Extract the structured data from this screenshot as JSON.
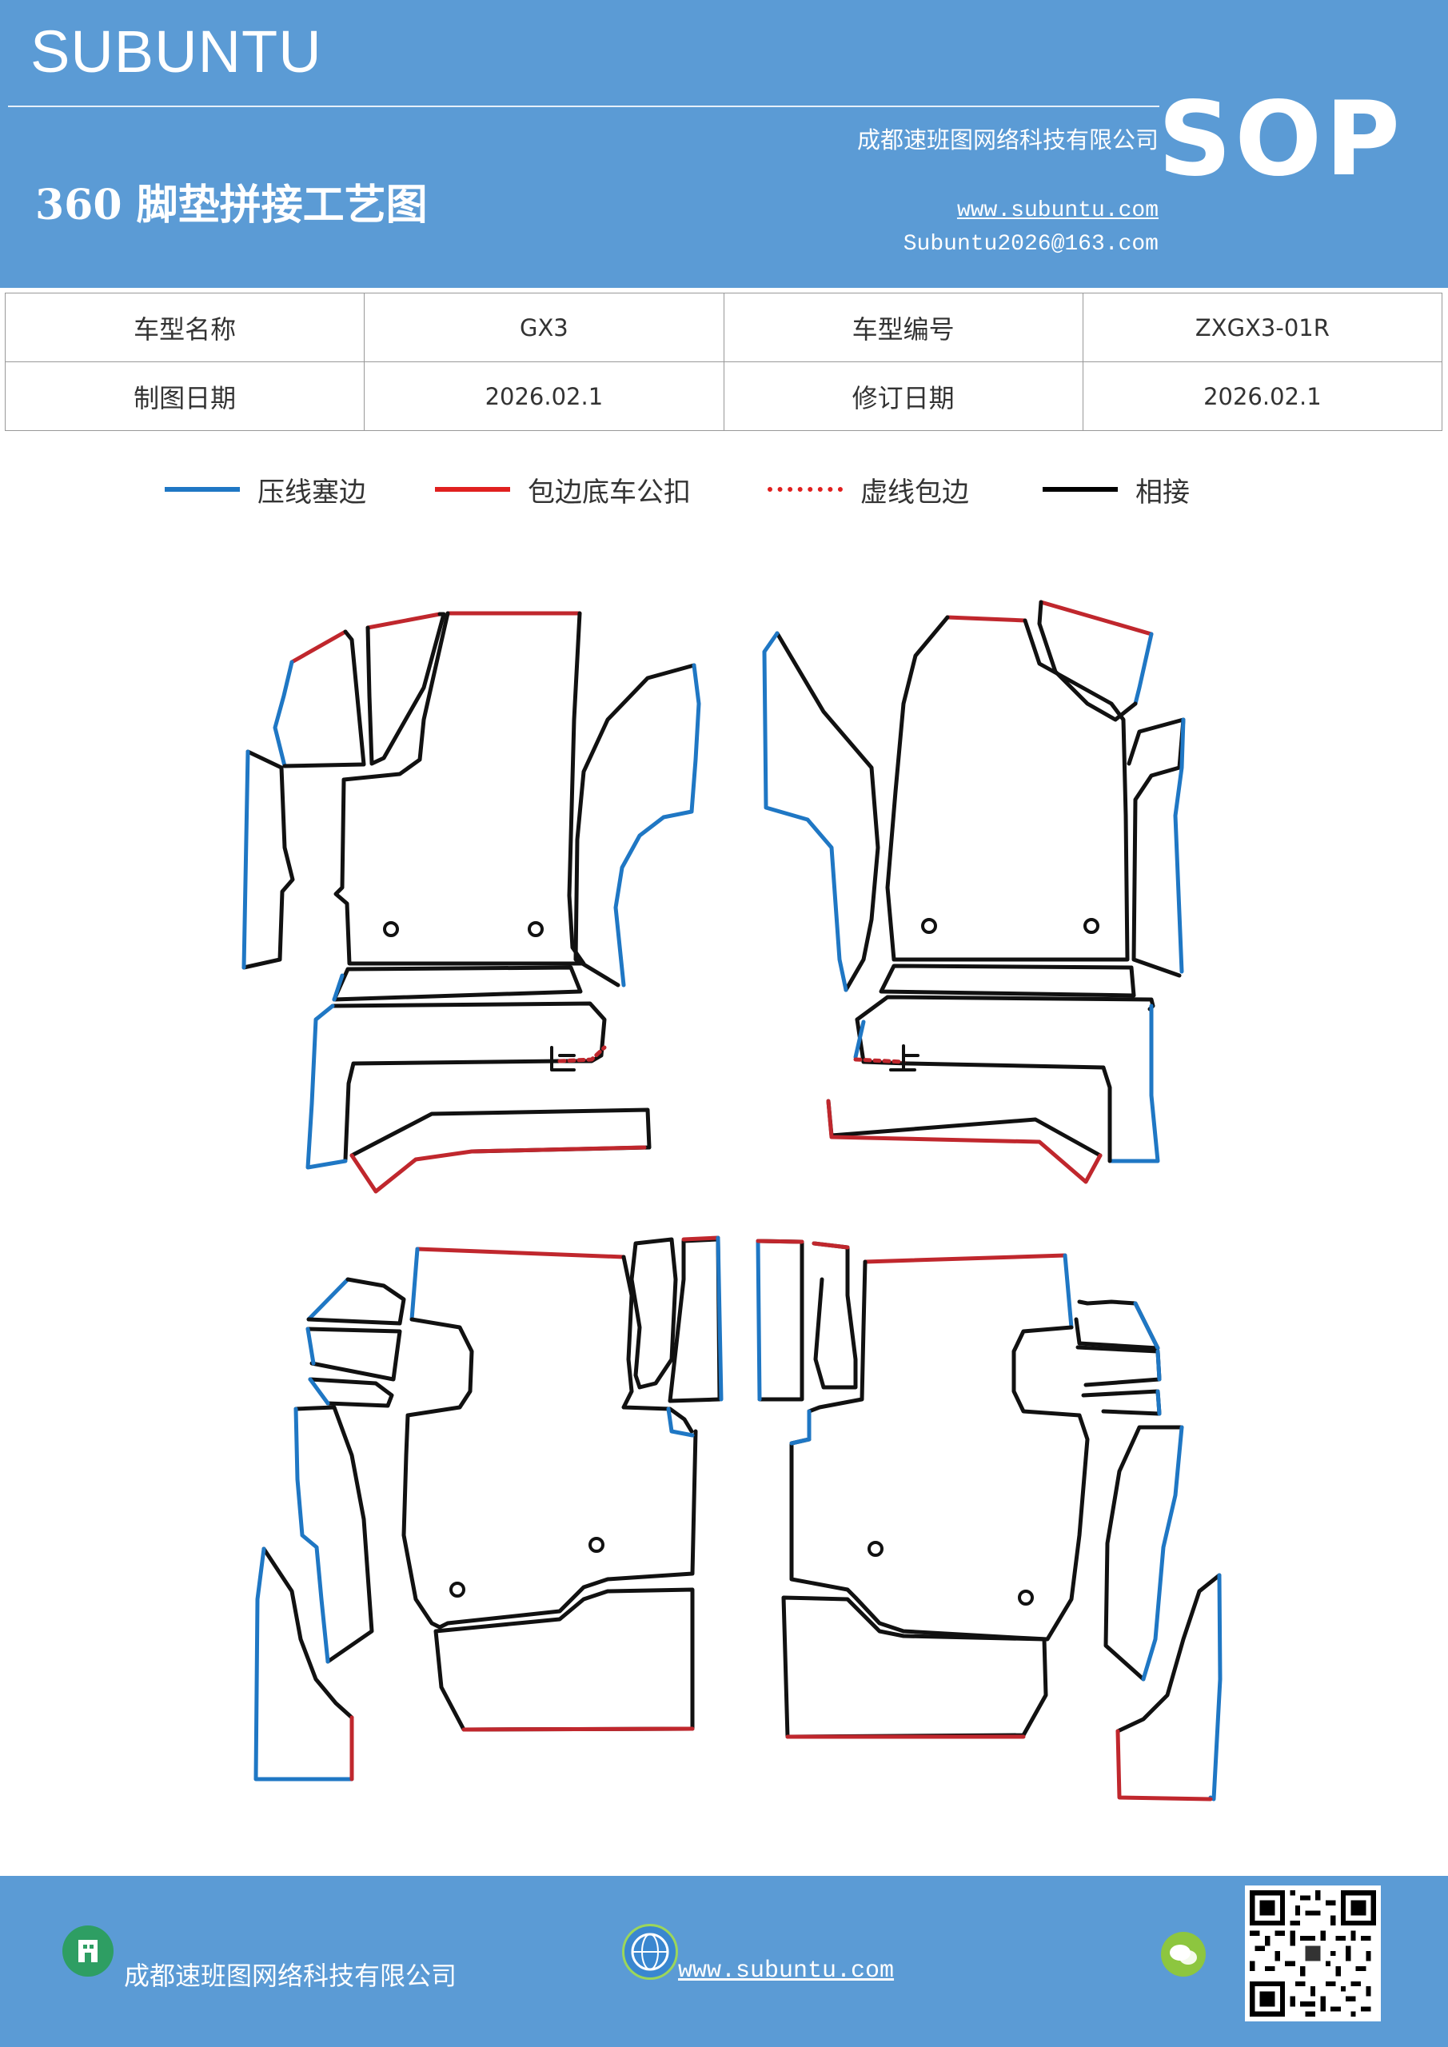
{
  "header": {
    "brand": "SUBUNTU",
    "company": "成都速班图网络科技有限公司",
    "website": "www.subuntu.com",
    "email": "Subuntu2026@163.com",
    "title": "360 脚垫拼接工艺图",
    "badge": "SOP"
  },
  "info_table": {
    "rows": [
      [
        "车型名称",
        "GX3",
        "车型编号",
        "ZXGX3-01R"
      ],
      [
        "制图日期",
        "2026.02.1",
        "修订日期",
        "2026.02.1"
      ]
    ]
  },
  "legend": [
    {
      "label": "压线塞边",
      "color": "#1f77c4",
      "style": "solid"
    },
    {
      "label": "包边底车公扣",
      "color": "#e0201f",
      "style": "solid"
    },
    {
      "label": "虚线包边",
      "color": "#e0201f",
      "style": "dashed"
    },
    {
      "label": "相接",
      "color": "#000000",
      "style": "solid"
    }
  ],
  "colors": {
    "header_bg": "#5b9bd5",
    "blue": "#1f77c4",
    "red": "#c0272d",
    "black": "#111111"
  },
  "footer": {
    "company": "成都速班图网络科技有限公司",
    "website": "www.subuntu.com",
    "icons": [
      "building-icon",
      "globe-icon",
      "wechat-icon"
    ]
  }
}
